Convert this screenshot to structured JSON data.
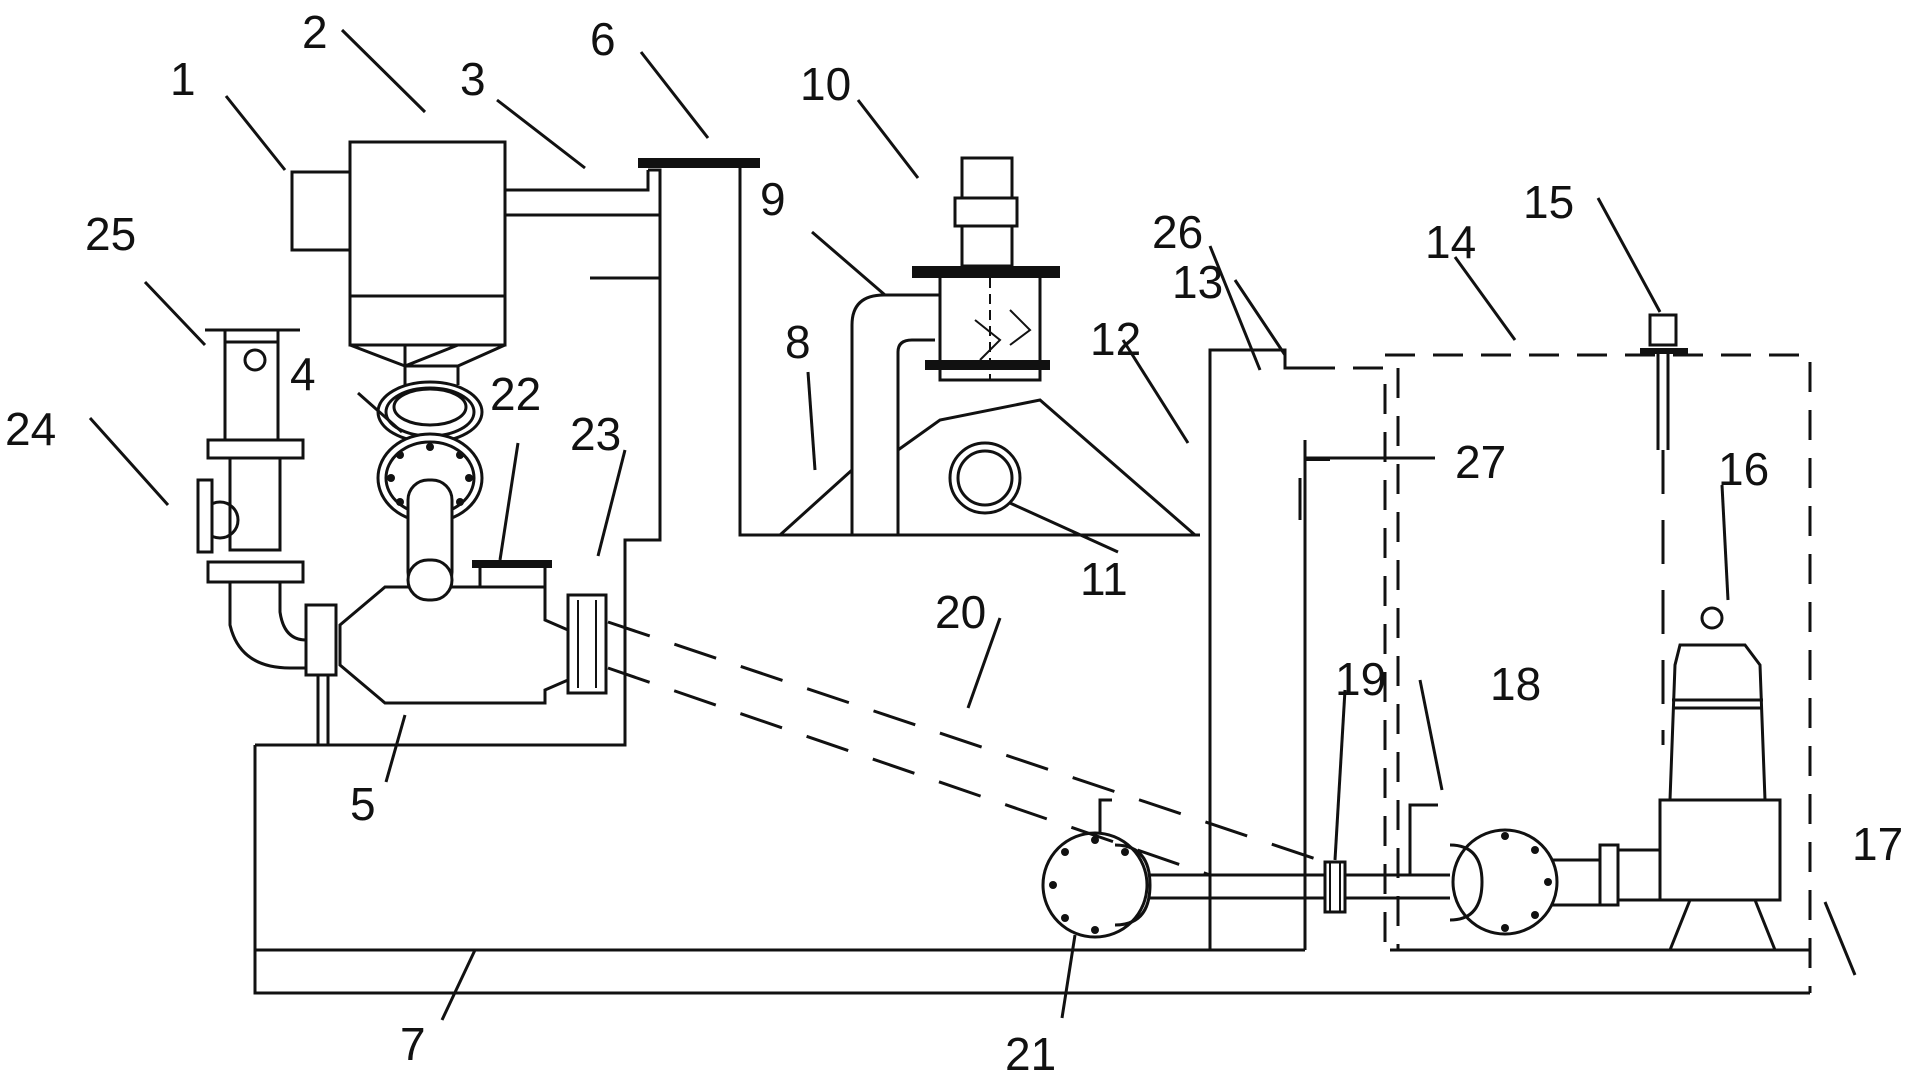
{
  "callouts": [
    {
      "id": "1",
      "text": "1"
    },
    {
      "id": "2",
      "text": "2"
    },
    {
      "id": "3",
      "text": "3"
    },
    {
      "id": "4",
      "text": "4"
    },
    {
      "id": "5",
      "text": "5"
    },
    {
      "id": "6",
      "text": "6"
    },
    {
      "id": "7",
      "text": "7"
    },
    {
      "id": "8",
      "text": "8"
    },
    {
      "id": "9",
      "text": "9"
    },
    {
      "id": "10",
      "text": "10"
    },
    {
      "id": "11",
      "text": "11"
    },
    {
      "id": "12",
      "text": "12"
    },
    {
      "id": "13",
      "text": "13"
    },
    {
      "id": "14",
      "text": "14"
    },
    {
      "id": "15",
      "text": "15"
    },
    {
      "id": "16",
      "text": "16"
    },
    {
      "id": "17",
      "text": "17"
    },
    {
      "id": "18",
      "text": "18"
    },
    {
      "id": "19",
      "text": "19"
    },
    {
      "id": "20",
      "text": "20"
    },
    {
      "id": "21",
      "text": "21"
    },
    {
      "id": "22",
      "text": "22"
    },
    {
      "id": "23",
      "text": "23"
    },
    {
      "id": "24",
      "text": "24"
    },
    {
      "id": "25",
      "text": "25"
    },
    {
      "id": "26",
      "text": "26"
    },
    {
      "id": "27",
      "text": "27"
    }
  ],
  "colors": {
    "line": "#111111",
    "background": "#ffffff"
  }
}
